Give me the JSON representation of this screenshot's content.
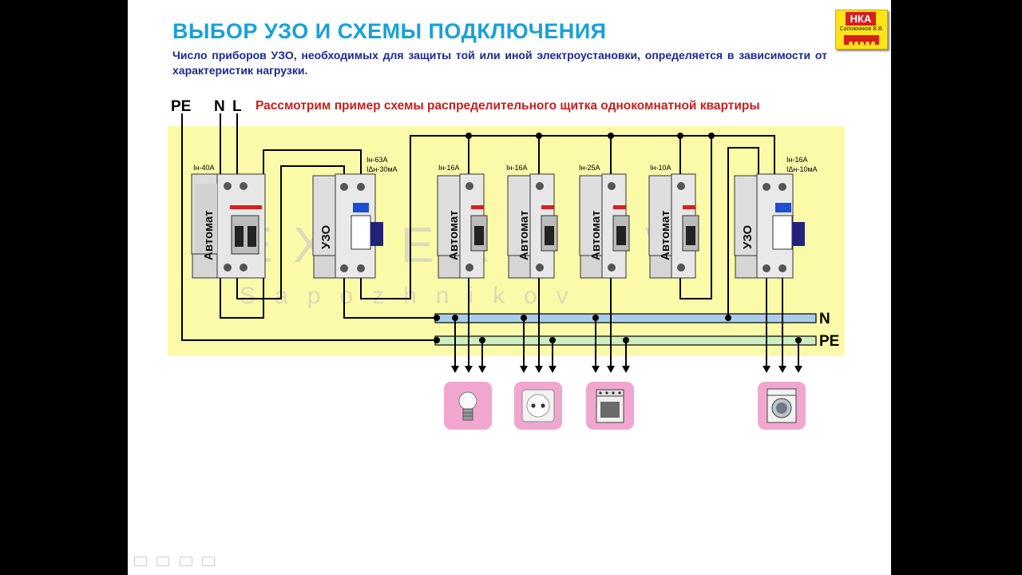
{
  "slide": {
    "title": "ВЫБОР УЗО И СХЕМЫ ПОДКЛЮЧЕНИЯ",
    "intro": "Число приборов УЗО, необходимых для защиты той или иной электроустановки, определяется в зависимости от характеристик нагрузки.",
    "subtitle": "Рассмотрим пример схемы распределительного щитка однокомнатной квартиры"
  },
  "logo": {
    "name": "НКА",
    "author": "Сапожников В.В."
  },
  "watermark": {
    "line1": "EXPERT TV",
    "line2": "Sapozhnikov"
  },
  "wires": {
    "pe_top": "PE",
    "n_top": "N",
    "l_top": "L",
    "n_right": "N",
    "pe_right": "PE"
  },
  "devices": [
    {
      "kind": "breaker",
      "poles": 2,
      "label": "Автомат",
      "rating": "Iн-40А",
      "rating2": ""
    },
    {
      "kind": "rcd",
      "poles": 2,
      "label": "УЗО",
      "rating": "Iн-63А",
      "rating2": "IΔн-30мА"
    },
    {
      "kind": "breaker",
      "poles": 1,
      "label": "Автомат",
      "rating": "Iн-16А",
      "rating2": ""
    },
    {
      "kind": "breaker",
      "poles": 1,
      "label": "Автомат",
      "rating": "Iн-16А",
      "rating2": ""
    },
    {
      "kind": "breaker",
      "poles": 1,
      "label": "Автомат",
      "rating": "Iн-25А",
      "rating2": ""
    },
    {
      "kind": "breaker",
      "poles": 1,
      "label": "Автомат",
      "rating": "Iн-10А",
      "rating2": ""
    },
    {
      "kind": "rcd",
      "poles": 2,
      "label": "УЗО",
      "rating": "Iн-16А",
      "rating2": "IΔн-10мА"
    }
  ],
  "loads": [
    {
      "icon": "light-bulb-icon"
    },
    {
      "icon": "socket-icon"
    },
    {
      "icon": "stove-icon"
    },
    {
      "icon": "washing-machine-icon"
    }
  ],
  "colors": {
    "title": "#1aa0d8",
    "intro": "#1b2a8f",
    "subtitle": "#c81e1e",
    "panel": "#fbfaa8",
    "n_bus": "#a9cdea",
    "pe_bus": "#cdeebd",
    "load_bg": "#f1a6cf"
  }
}
